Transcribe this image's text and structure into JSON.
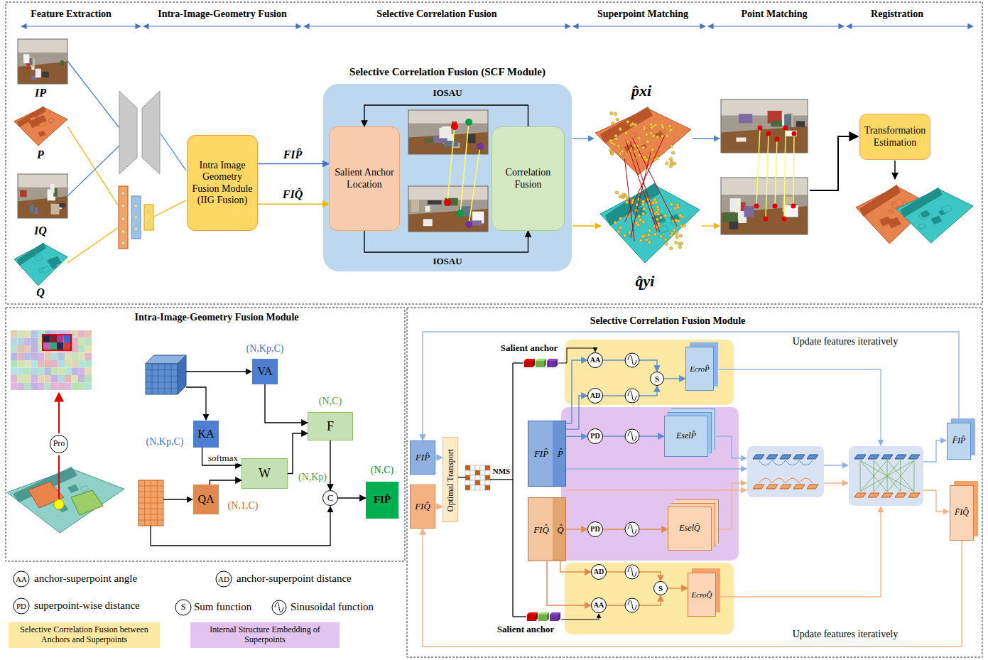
{
  "diagram": {
    "nodes": [
      {
        "text": [
          "Intra Image Geometry Fusion Module (IIG Fusion)"
        ]
      },
      {
        "text": [
          "Selective Correlation Fusion (SCF Module)",
          "IOSAU",
          "IOSAU"
        ]
      },
      {
        "text": [
          "Salient Anchor Location"
        ],
        "in": 1
      },
      {
        "text": [
          "Correlation Fusion"
        ],
        "in": 1
      },
      {
        "text": [
          "Transformation Estimation"
        ]
      },
      {
        "text": [
          "Pro"
        ]
      },
      {
        "text": [
          "VA"
        ]
      },
      {
        "text": [
          "KA"
        ]
      },
      {
        "text": [
          "W"
        ]
      },
      {
        "text": [
          "F"
        ]
      },
      {
        "text": [
          "QA"
        ]
      },
      {
        "text": [
          "C"
        ]
      },
      {
        "text": [
          "FIP̂"
        ]
      },
      {
        "text": [
          "FIP̂"
        ]
      },
      {
        "text": [
          "FIQ̂"
        ]
      },
      {
        "text": [
          "Optimal Transport"
        ]
      },
      {
        "text": [
          "AA"
        ]
      },
      {
        "text": [
          "AD"
        ]
      },
      {
        "text": [
          "S"
        ]
      },
      {
        "text": [
          "EcroP̂"
        ]
      },
      {
        "text": [
          "FIP̂",
          "P̂"
        ]
      },
      {
        "text": [
          "PD"
        ]
      },
      {
        "text": [
          "EselP̂"
        ]
      },
      {
        "text": [
          "FIQ̂",
          "Q̂"
        ]
      },
      {
        "text": [
          "PD"
        ]
      },
      {
        "text": [
          "EselQ̂"
        ]
      },
      {
        "text": [
          "AD"
        ]
      },
      {
        "text": [
          "AA"
        ]
      },
      {
        "text": [
          "S"
        ]
      },
      {
        "text": [
          "EcroQ̂"
        ]
      },
      {
        "text": [
          "F̄IP̂"
        ]
      },
      {
        "text": [
          "F̄IQ̂"
        ]
      }
    ],
    "edges": [
      {
        "from": 0,
        "to": 2,
        "arrow": "to",
        "label": "FIP̂"
      },
      {
        "from": 0,
        "to": 2,
        "arrow": "to",
        "label": "FIQ̂"
      },
      {
        "from": 3,
        "to": 2,
        "arrow": "to"
      },
      {
        "from": 2,
        "to": 3,
        "arrow": "to"
      },
      {
        "from": 7,
        "to": 8,
        "arrow": "to",
        "label": "softmax"
      },
      {
        "from": 10,
        "to": 8,
        "arrow": "to"
      },
      {
        "from": 6,
        "to": 9,
        "arrow": "to"
      },
      {
        "from": 8,
        "to": 9,
        "arrow": "to"
      },
      {
        "from": 9,
        "to": 11,
        "arrow": "to"
      },
      {
        "from": 11,
        "to": 12,
        "arrow": "to"
      },
      {
        "from": 13,
        "to": 15,
        "arrow": "to"
      },
      {
        "from": 14,
        "to": 15,
        "arrow": "to"
      },
      {
        "from": 20,
        "to": 16,
        "arrow": "to"
      },
      {
        "from": 20,
        "to": 17,
        "arrow": "to"
      },
      {
        "from": 20,
        "to": 21,
        "arrow": "to"
      },
      {
        "from": 16,
        "to": 18,
        "arrow": "to"
      },
      {
        "from": 17,
        "to": 18,
        "arrow": "to"
      },
      {
        "from": 18,
        "to": 19,
        "arrow": "to"
      },
      {
        "from": 21,
        "to": 22,
        "arrow": "to"
      },
      {
        "from": 23,
        "to": 24,
        "arrow": "to"
      },
      {
        "from": 23,
        "to": 26,
        "arrow": "to"
      },
      {
        "from": 23,
        "to": 27,
        "arrow": "to"
      },
      {
        "from": 26,
        "to": 28,
        "arrow": "to"
      },
      {
        "from": 27,
        "to": 28,
        "arrow": "to"
      },
      {
        "from": 28,
        "to": 29,
        "arrow": "to"
      },
      {
        "from": 24,
        "to": 25,
        "arrow": "to"
      },
      {
        "from": 30,
        "to": 13,
        "arrow": "to"
      },
      {
        "from": 31,
        "to": 14,
        "arrow": "to"
      }
    ],
    "labels": [
      "Feature Extraction",
      "Intra-Image-Geometry Fusion",
      "Selective Correlation Fusion",
      "Superpoint Matching",
      "Point Matching",
      "Registration",
      "IP",
      "P",
      "IQ",
      "Q",
      "p̂xi",
      "q̂yi",
      "Intra-Image-Geometry Fusion Module",
      "(N,Kp,C)",
      "(N,Kp,C)",
      "(N,C)",
      "(N,Kp)",
      "(N,1,C)",
      "(N,C)",
      "Selective Correlation Fusion Module",
      "Salient anchor",
      "Update features iteratively",
      "NMS",
      "Salient anchor",
      "Update features iteratively",
      "AA",
      "AD",
      "PD",
      "S"
    ],
    "legend": [
      {
        "text": "anchor-superpoint angle"
      },
      {
        "text": "anchor-superpoint distance"
      },
      {
        "text": "superpoint-wise distance"
      },
      {
        "text": "Sum function"
      },
      {
        "text": "Sinusoidal function"
      },
      {
        "text": "Selective Correlation Fusion between Anchors and Superpoints",
        "color": "#fde9a4"
      },
      {
        "text": "Internal Structure Embedding of Superpoints",
        "color": "#e2c4ef"
      }
    ]
  }
}
